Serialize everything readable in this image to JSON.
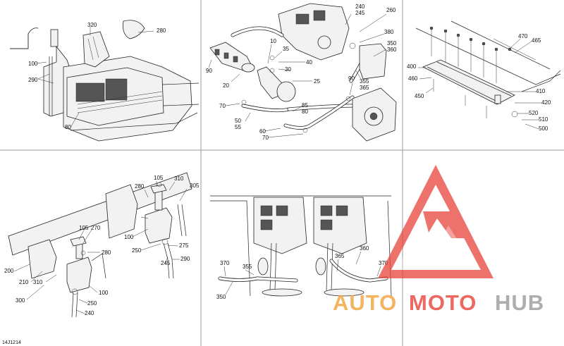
{
  "drawing_code": "14J1214",
  "watermark": {
    "brand_part_1": "AUTO",
    "brand_part_2": "MOTO",
    "brand_part_3": "HUB",
    "color_red": "#e8433a",
    "color_orange": "#f2a23a",
    "color_gray": "#9a9a9a"
  },
  "panels": {
    "p1": {
      "callouts": [
        "320",
        "280",
        "100",
        "290",
        "80"
      ]
    },
    "p2": {
      "callouts": [
        "240",
        "245",
        "260",
        "380",
        "350",
        "360",
        "10",
        "35",
        "40",
        "30",
        "25",
        "90",
        "20",
        "90",
        "355",
        "365",
        "70",
        "85",
        "80",
        "50",
        "55",
        "60",
        "70"
      ]
    },
    "p3": {
      "callouts": [
        "470",
        "465",
        "400",
        "460",
        "450",
        "410",
        "420",
        "520",
        "510",
        "500"
      ]
    },
    "p4": {
      "callouts": [
        "105",
        "310",
        "305",
        "280",
        "270",
        "280",
        "100",
        "250",
        "275",
        "245",
        "290",
        "105",
        "200",
        "210",
        "310",
        "300",
        "100",
        "250",
        "240"
      ]
    },
    "p5": {
      "callouts": [
        "370",
        "355",
        "350",
        "365",
        "360",
        "370"
      ]
    }
  }
}
